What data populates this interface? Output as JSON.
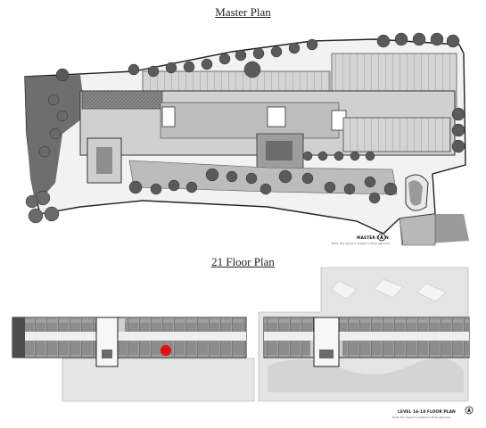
{
  "master_plan": {
    "title": "Master Plan",
    "caption": "MASTER PLAN",
    "caption_note": "Note: the layout is subject to final approval",
    "north_icon": "north-arrow-icon"
  },
  "floor_plan": {
    "title": "21 Floor Plan",
    "caption": "LEVEL 16-18 FLOOR PLAN",
    "caption_note": "Note: the layout is subject to final approval",
    "north_icon": "north-arrow-icon",
    "marker_color": "#e01010"
  },
  "colors": {
    "ink": "#3a3a3a",
    "building_fill": "#7a7a7a",
    "hardscape": "#bdbdbd",
    "tree": "#5a5a5a",
    "unit_fill": "#9a9a9a",
    "ghost": "#dcdcdc"
  }
}
